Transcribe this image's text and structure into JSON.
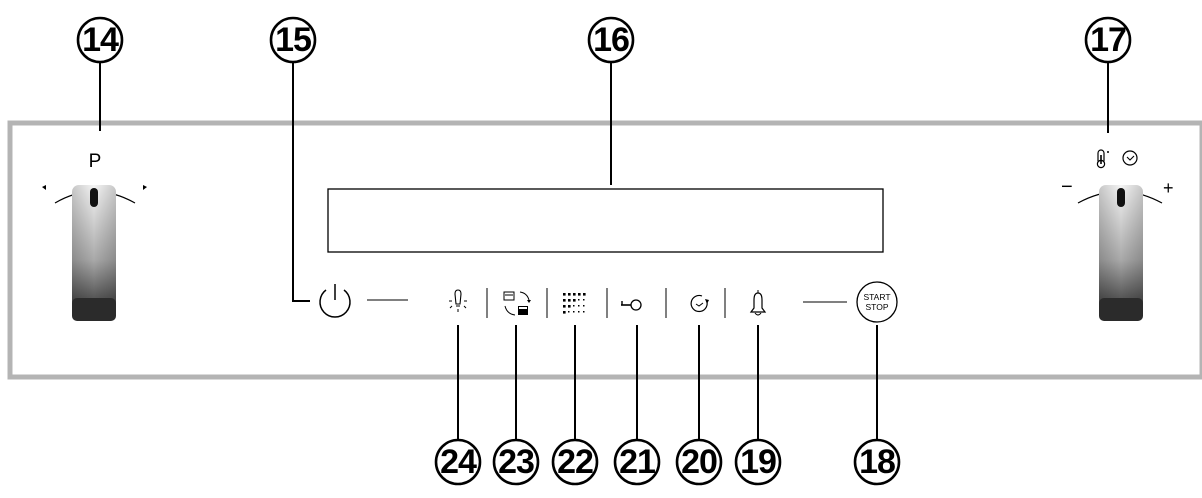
{
  "callouts": [
    "14",
    "15",
    "16",
    "17",
    "18",
    "19",
    "20",
    "21",
    "22",
    "23",
    "24"
  ],
  "left_knob": {
    "symbol": "P"
  },
  "right_knob": {
    "minus": "−",
    "plus": "+"
  },
  "start_button": {
    "line1": "START",
    "line2": "STOP"
  }
}
